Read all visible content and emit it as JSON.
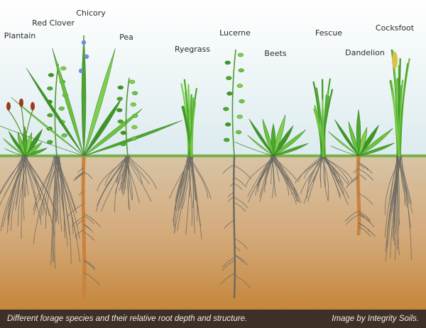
{
  "plants": [
    {
      "key": "plantain",
      "label": "Plantain"
    },
    {
      "key": "red-clover",
      "label": "Red Clover"
    },
    {
      "key": "chicory",
      "label": "Chicory"
    },
    {
      "key": "pea",
      "label": "Pea"
    },
    {
      "key": "ryegrass",
      "label": "Ryegrass"
    },
    {
      "key": "lucerne",
      "label": "Lucerne"
    },
    {
      "key": "beets",
      "label": "Beets"
    },
    {
      "key": "fescue",
      "label": "Fescue"
    },
    {
      "key": "dandelion",
      "label": "Dandelion"
    },
    {
      "key": "cocksfoot",
      "label": "Cocksfoot"
    }
  ],
  "caption": {
    "text": "Different forage species and their relative root depth and structure.",
    "credit": "Image by Integrity Soils."
  },
  "colors": {
    "sky": "#eaf3f4",
    "soil_top": "#d6c0a0",
    "soil_bottom": "#c98a3e",
    "caption_bar": "#3d3127",
    "leaf": "#5fb53a",
    "root": "#6e6a62"
  }
}
